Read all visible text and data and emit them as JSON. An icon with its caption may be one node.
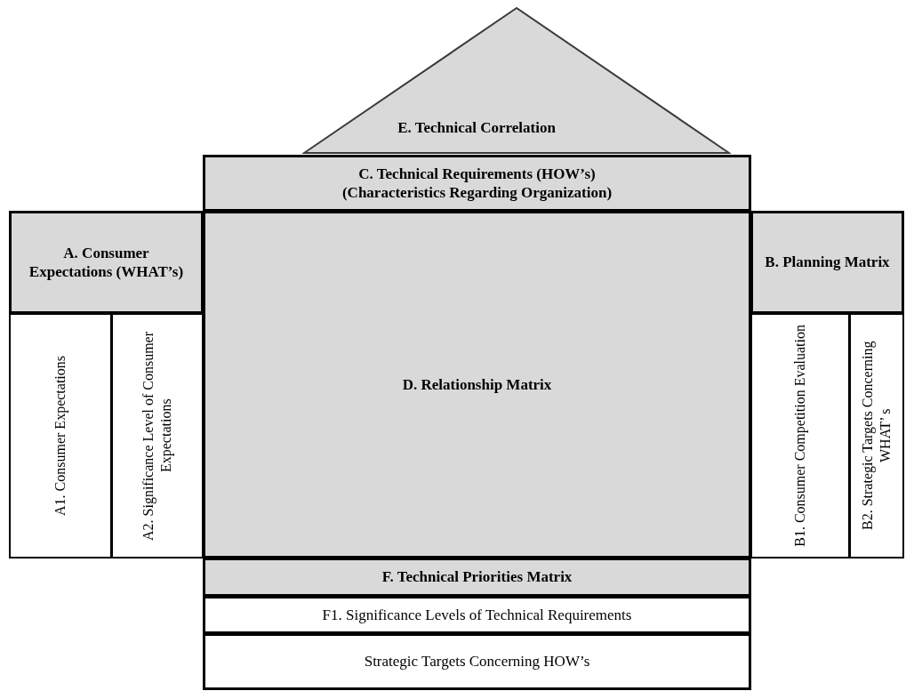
{
  "diagram": {
    "nodes": [
      {
        "text": [
          "E. Technical Correlation"
        ]
      },
      {
        "text": [
          "C. Technical Requirements (HOW’s)",
          "(Characteristics Regarding Organization)"
        ]
      },
      {
        "text": [
          "A. Consumer Expectations (WHAT’s)"
        ]
      },
      {
        "text": [
          "D. Relationship Matrix"
        ]
      },
      {
        "text": [
          "B. Planning Matrix"
        ]
      },
      {
        "text": [
          "A1. Consumer Expectations"
        ]
      },
      {
        "text": [
          "A2. Significance Level of Consumer Expectations"
        ]
      },
      {
        "text": [
          "B1. Consumer Competition Evaluation"
        ]
      },
      {
        "text": [
          "B2. Strategic Targets Concerning WHAT’ s"
        ]
      },
      {
        "text": [
          "F. Technical Priorities Matrix"
        ]
      },
      {
        "text": [
          "F1. Significance Levels of Technical Requirements"
        ]
      },
      {
        "text": [
          "Strategic Targets Concerning HOW’s"
        ]
      }
    ]
  }
}
